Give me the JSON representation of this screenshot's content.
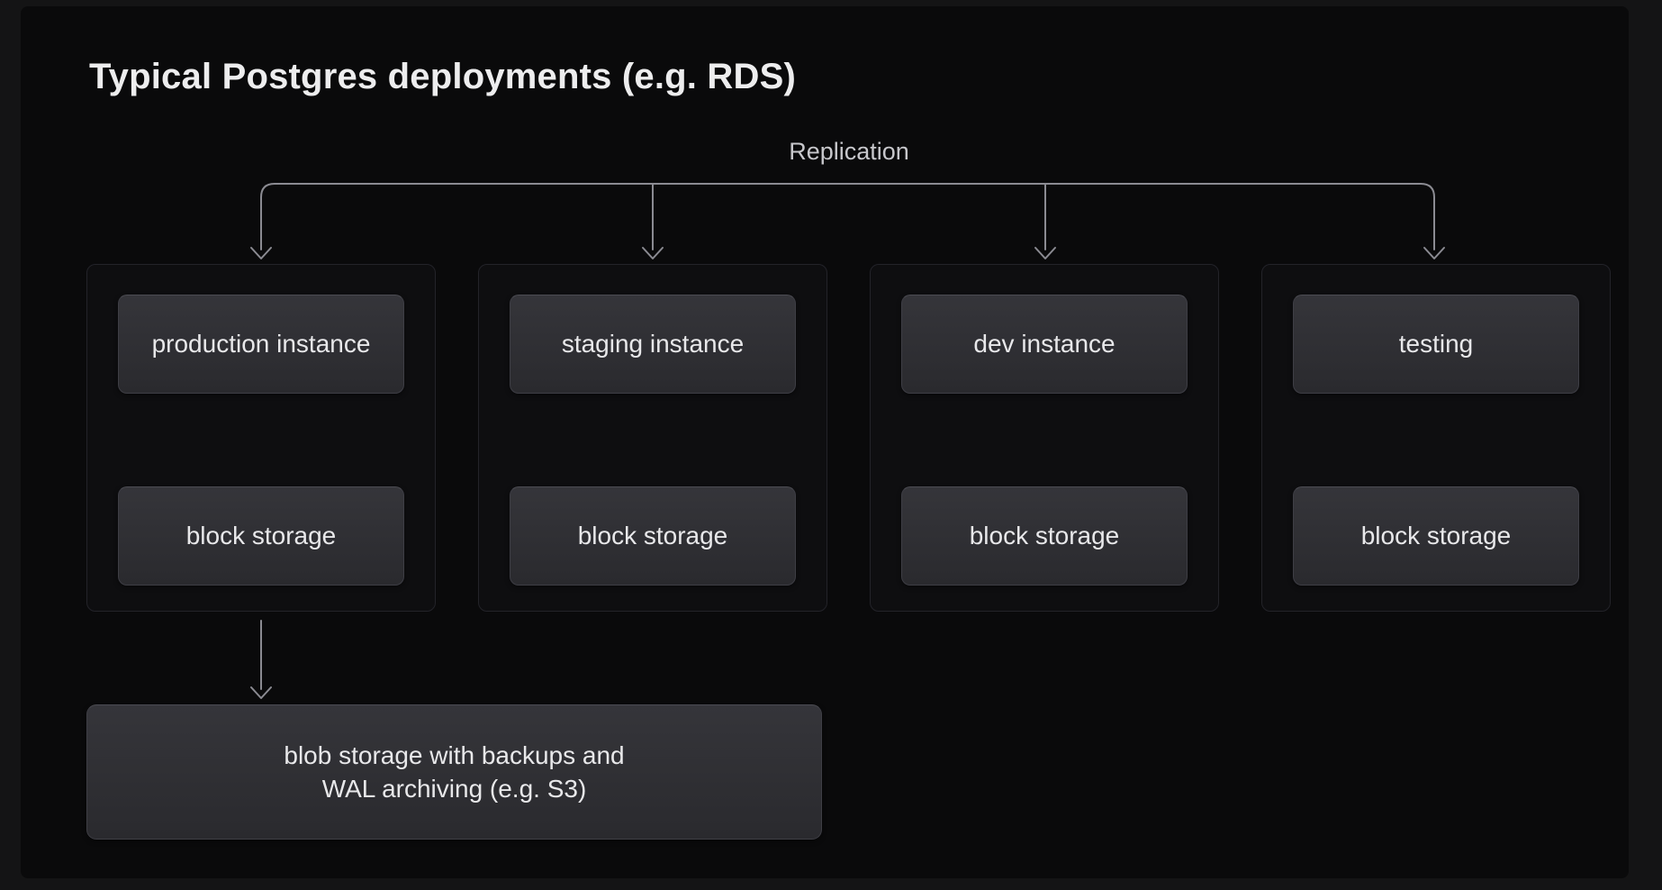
{
  "title": "Typical Postgres deployments (e.g. RDS)",
  "replication_label": "Replication",
  "groups": [
    {
      "instance": "production instance",
      "storage": "block storage"
    },
    {
      "instance": "staging instance",
      "storage": "block storage"
    },
    {
      "instance": "dev instance",
      "storage": "block storage"
    },
    {
      "instance": "testing",
      "storage": "block storage"
    }
  ],
  "blob_box": {
    "line1": "blob storage with backups and",
    "line2": "WAL archiving (e.g. S3)"
  },
  "colors": {
    "page_background": "#141415",
    "panel_background": "#0a0a0b",
    "group_fill": "#0e0e10",
    "group_border": "#232329",
    "box_fill_top": "#35353a",
    "box_fill_bottom": "#2a2a2e",
    "box_border": "#3e3e45",
    "box_border_top": "#4c4c53",
    "box_text": "#e8e8ea",
    "line_color": "#8b8b92",
    "replication_text": "#c7c7cb",
    "title_text": "#ededee"
  }
}
